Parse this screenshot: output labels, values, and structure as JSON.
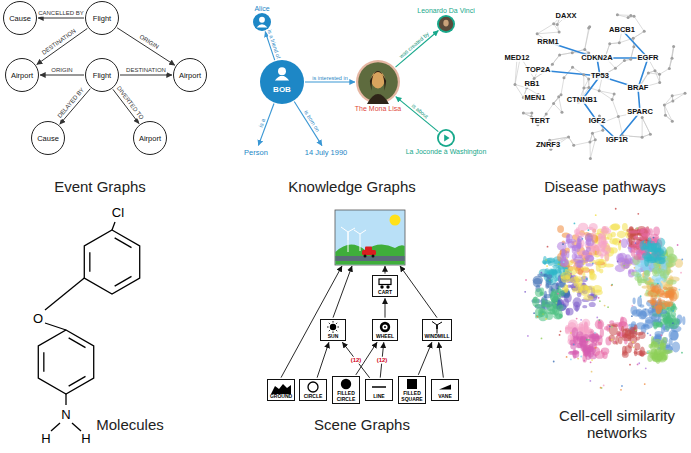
{
  "diagram": {
    "nodes": [
      {
        "text": [
          "Cause"
        ]
      },
      {
        "text": [
          "Flight"
        ]
      },
      {
        "text": [
          "Airport"
        ]
      },
      {
        "text": [
          "Flight"
        ]
      },
      {
        "text": [
          "Airport"
        ]
      },
      {
        "text": [
          "Cause"
        ]
      },
      {
        "text": [
          "Airport"
        ]
      },
      {
        "text": [
          "Alice"
        ]
      },
      {
        "text": [
          "BOB"
        ]
      },
      {
        "text": [
          "The Mona Lisa"
        ]
      },
      {
        "text": [
          "Leonardo Da Vinci"
        ]
      },
      {
        "text": [
          "La Joconde à Washington"
        ]
      },
      {
        "text": [
          "Person"
        ]
      },
      {
        "text": [
          "14 July 1990"
        ]
      },
      {
        "text": [
          "CART"
        ]
      },
      {
        "text": [
          "SUN"
        ]
      },
      {
        "text": [
          "WHEEL"
        ]
      },
      {
        "text": [
          "WINDMILL"
        ]
      },
      {
        "text": [
          "GROUND"
        ]
      },
      {
        "text": [
          "CIRCLE"
        ]
      },
      {
        "text": [
          "FILLED CIRCLE"
        ]
      },
      {
        "text": [
          "LINE"
        ]
      },
      {
        "text": [
          "FILLED SQUARE"
        ]
      },
      {
        "text": [
          "VANE"
        ]
      }
    ],
    "edges": [
      {
        "from": 1,
        "to": 0,
        "label": "CANCELLED BY",
        "arrow": "to"
      },
      {
        "from": 1,
        "to": 2,
        "label": "DESTINATION",
        "arrow": "to"
      },
      {
        "from": 1,
        "to": 4,
        "label": "ORIGIN",
        "arrow": "to"
      },
      {
        "from": 3,
        "to": 2,
        "label": "ORIGIN",
        "arrow": "to"
      },
      {
        "from": 3,
        "to": 4,
        "label": "DESTINATION",
        "arrow": "to"
      },
      {
        "from": 3,
        "to": 5,
        "label": "DELAYED BY",
        "arrow": "to"
      },
      {
        "from": 3,
        "to": 6,
        "label": "DIVERTED TO",
        "arrow": "to"
      },
      {
        "from": 8,
        "to": 7,
        "label": "is a friend of",
        "arrow": "to"
      },
      {
        "from": 8,
        "to": 9,
        "label": "is interested in",
        "arrow": "to"
      },
      {
        "from": 8,
        "to": 12,
        "label": "is a",
        "arrow": "to"
      },
      {
        "from": 8,
        "to": 13,
        "label": "is born on",
        "arrow": "to"
      },
      {
        "from": 9,
        "to": 10,
        "label": "was created by",
        "arrow": "to"
      },
      {
        "from": 11,
        "to": 9,
        "label": "is about",
        "arrow": "to"
      },
      {
        "from": 19,
        "to": 15,
        "arrow": "to"
      },
      {
        "from": 21,
        "to": 15,
        "label": "(12)",
        "arrow": "to"
      },
      {
        "from": 20,
        "to": 16,
        "arrow": "to"
      },
      {
        "from": 21,
        "to": 16,
        "label": "(12)",
        "arrow": "to"
      },
      {
        "from": 16,
        "to": 14,
        "arrow": "to"
      },
      {
        "from": 22,
        "to": 17,
        "arrow": "to"
      },
      {
        "from": 23,
        "to": 17,
        "arrow": "to"
      }
    ],
    "labels": [
      "Event Graphs",
      "Knowledge Graphs",
      "DAXX",
      "ABCB1",
      "RRM1",
      "MED12",
      "TOP2A",
      "CDKN2A",
      "EGFR",
      "RB1",
      "TP53",
      "BRAF",
      "MEN1",
      "CTNNB1",
      "TERT",
      "IGF2",
      "SPARC",
      "ZNRF3",
      "IGF1R",
      "Disease pathways",
      "Cl",
      "O",
      "N",
      "H",
      "H",
      "Molecules",
      "Scene Graphs",
      "Cell-cell similarity networks"
    ]
  }
}
